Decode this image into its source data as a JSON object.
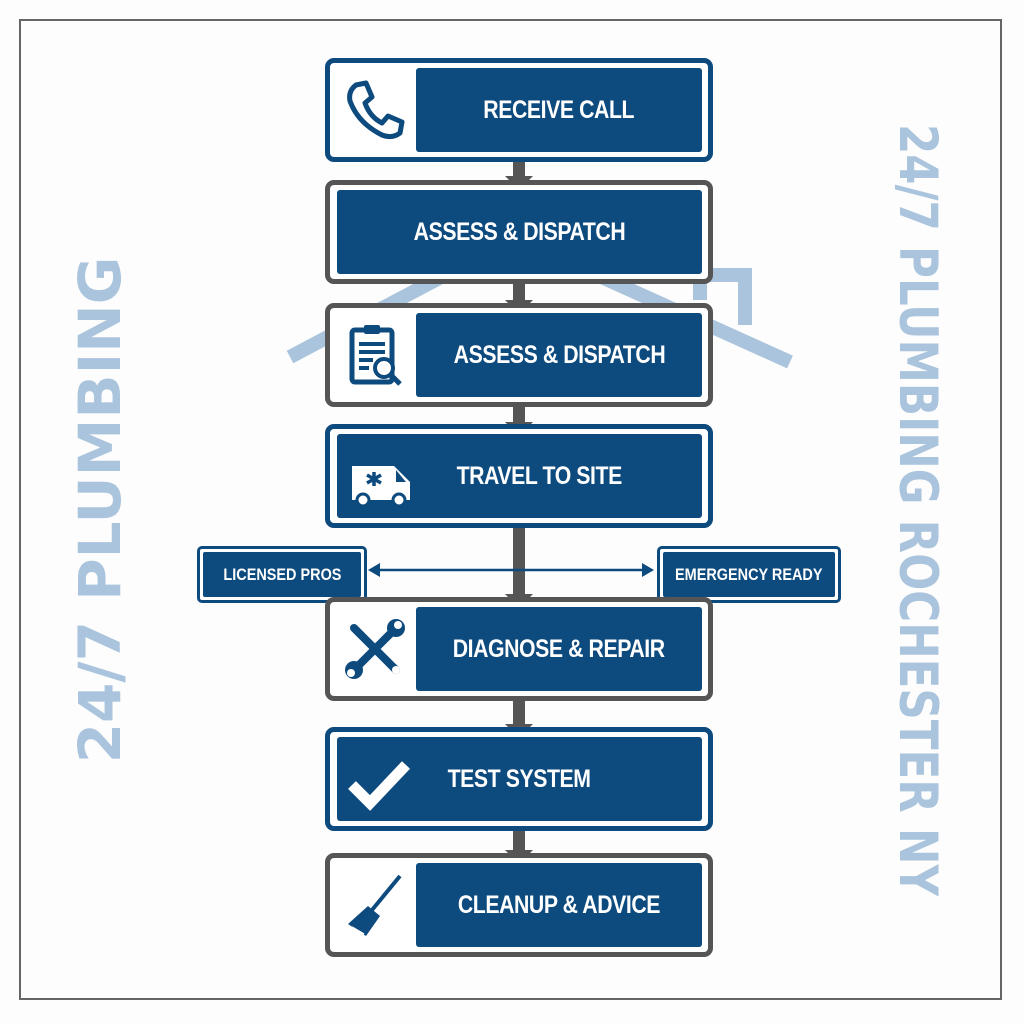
{
  "colors": {
    "primary": "#0d4a7e",
    "connector": "#555555",
    "watermark": "#a9c4dc"
  },
  "steps": [
    {
      "label": "RECEIVE CALL",
      "icon": "phone-icon"
    },
    {
      "label": "ASSESS & DISPATCH",
      "icon": ""
    },
    {
      "label": "ASSESS & DISPATCH",
      "icon": "clipboard-search-icon"
    },
    {
      "label": "TRAVEL TO SITE",
      "icon": "emergency-van-icon"
    },
    {
      "label": "DIAGNOSE & REPAIR",
      "icon": "wrench-icon"
    },
    {
      "label": "TEST SYSTEM",
      "icon": "checkmark-icon"
    },
    {
      "label": "CLEANUP & ADVICE",
      "icon": "broom-icon"
    }
  ],
  "badges": {
    "left": "LICENSED PROS",
    "right": "EMERGENCY READY"
  },
  "watermark": {
    "line1": "24/7 PLUMBING",
    "line2": "24/7 PLUMBING ROCHESTER NY"
  }
}
